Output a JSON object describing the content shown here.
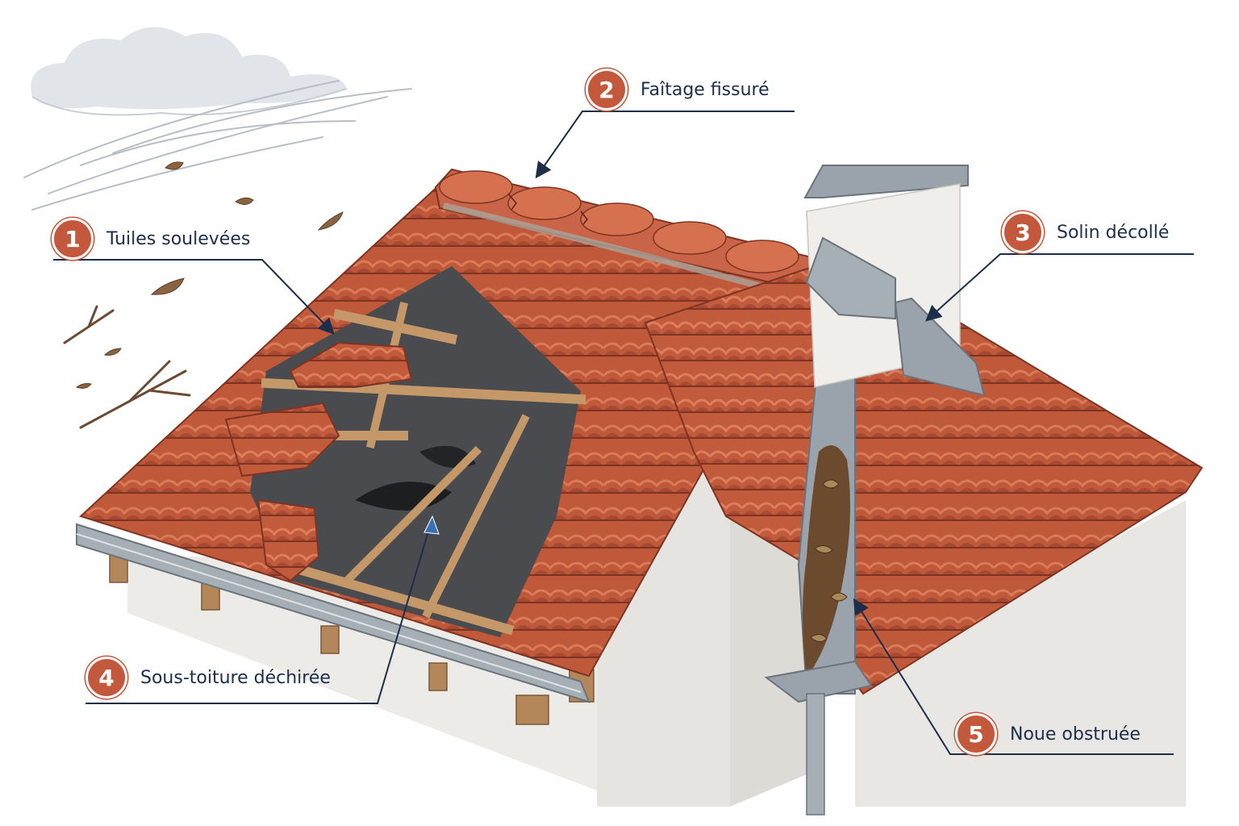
{
  "callouts": [
    {
      "number": "1",
      "label": "Tuiles soulevées"
    },
    {
      "number": "2",
      "label": "Faîtage fissuré"
    },
    {
      "number": "3",
      "label": "Solin décollé"
    },
    {
      "number": "4",
      "label": "Sous-toiture déchirée"
    },
    {
      "number": "5",
      "label": "Noue obstruée"
    }
  ],
  "colors": {
    "badge": "#c4583c",
    "leader_line": "#1c2e4a",
    "label_text": "#1c2e4a",
    "tile": "#c0583a",
    "wall": "#efedea",
    "zinc": "#9aa3ab",
    "underlay": "#4a4b4e",
    "batten": "#c49868"
  }
}
